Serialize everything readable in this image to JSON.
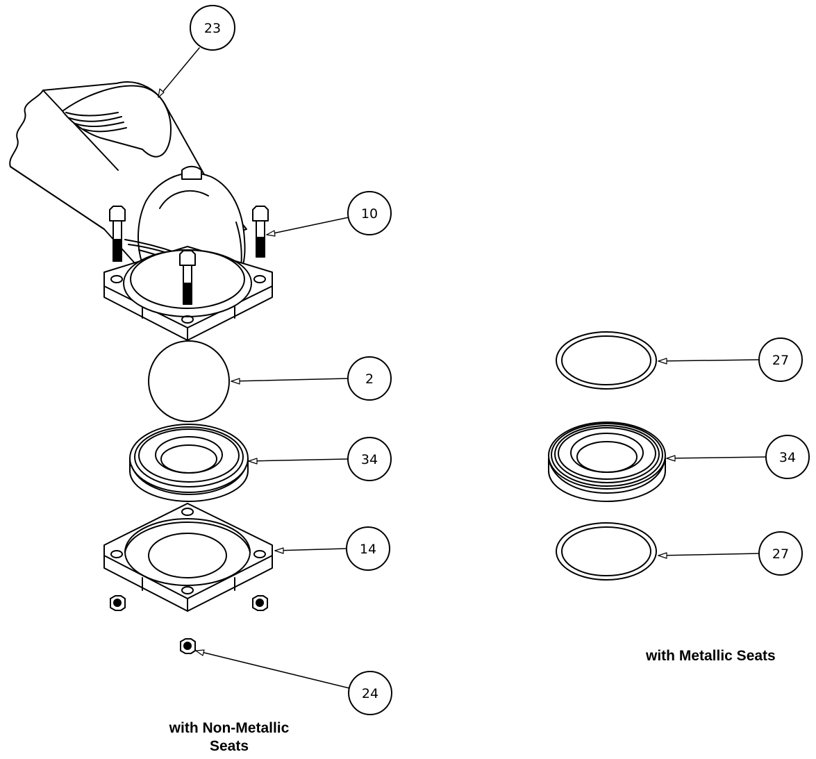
{
  "colors": {
    "ink": "#000000",
    "paper": "#ffffff"
  },
  "callouts": [
    {
      "label": "23"
    },
    {
      "label": "10"
    },
    {
      "label": "2"
    },
    {
      "label": "34"
    },
    {
      "label": "14"
    },
    {
      "label": "24"
    },
    {
      "label": "27"
    },
    {
      "label": "34"
    },
    {
      "label": "27"
    }
  ],
  "captions": {
    "non_metallic_line1": "with Non-Metallic",
    "non_metallic_line2": "Seats",
    "metallic": "with Metallic Seats"
  }
}
